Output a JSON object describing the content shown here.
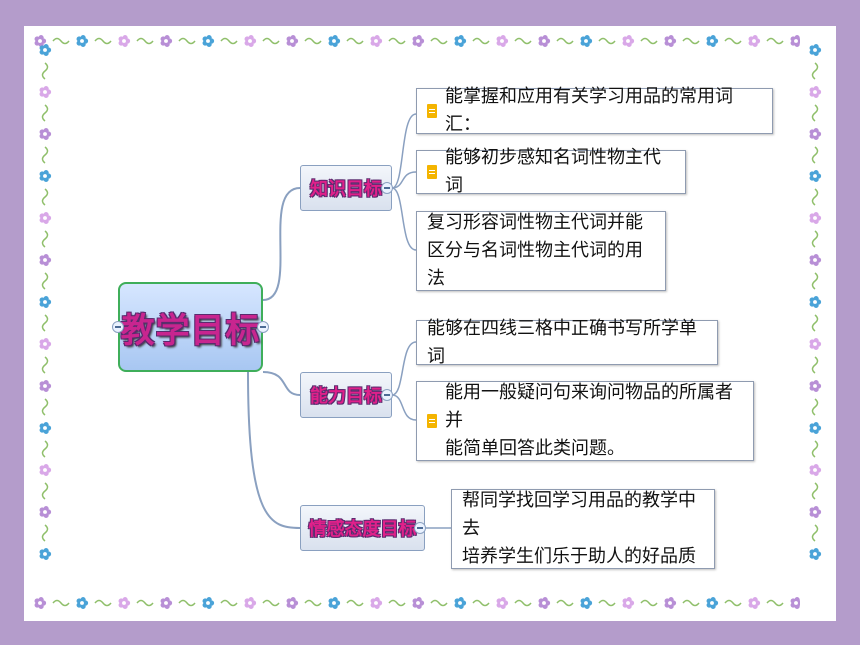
{
  "root": {
    "label": "教学目标"
  },
  "branches": [
    {
      "label": "知识目标",
      "leaves": [
        {
          "text": "能掌握和应用有关学习用品的常用词汇：",
          "note": true
        },
        {
          "text": "能够初步感知名词性物主代词",
          "note": true
        },
        {
          "text": "复习形容词性物主代词并能\n区分与名词性物主代词的用法",
          "note": false
        }
      ]
    },
    {
      "label": "能力目标",
      "leaves": [
        {
          "text": "能够在四线三格中正确书写所学单词",
          "note": false
        },
        {
          "text": "能用一般疑问句来询问物品的所属者并\n能简单回答此类问题。",
          "note": true
        }
      ]
    },
    {
      "label": "情感态度目标",
      "leaves": [
        {
          "text": "帮同学找回学习用品的教学中去\n培养学生们乐于助人的好品质",
          "note": false
        }
      ]
    }
  ],
  "colors": {
    "background": "#b49ccb",
    "frame": "#ffffff",
    "root_text": "#c8258f",
    "branch_text": "#e0208a",
    "connector": "#8aa0c0",
    "note_icon": "#f4b400"
  },
  "icons": [
    "note-icon",
    "collapse-icon",
    "flower-icon",
    "leaf-vine-icon"
  ]
}
